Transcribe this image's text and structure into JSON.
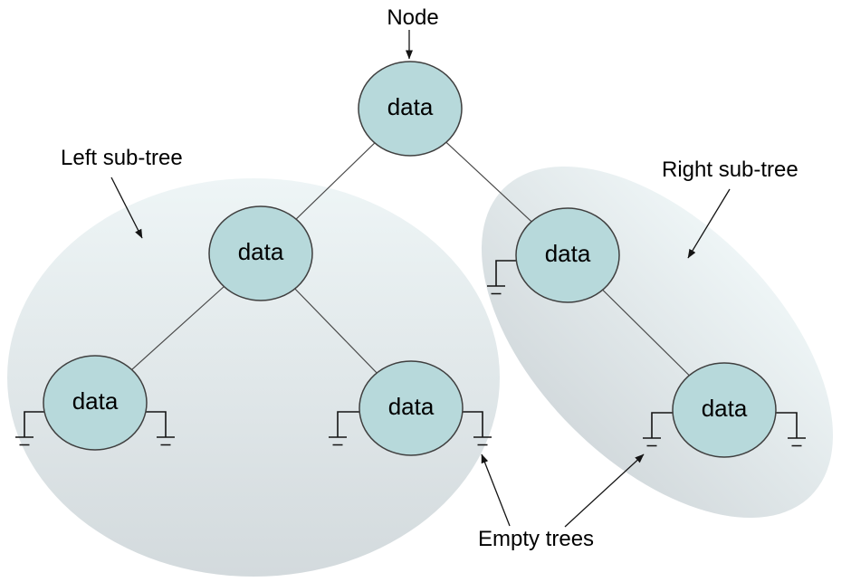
{
  "annotations": {
    "node": "Node",
    "left_subtree": "Left sub-tree",
    "right_subtree": "Right sub-tree",
    "empty_trees": "Empty trees"
  },
  "tree": {
    "nodes": [
      {
        "id": "root",
        "label": "data"
      },
      {
        "id": "left-child",
        "label": "data"
      },
      {
        "id": "right-child",
        "label": "data"
      },
      {
        "id": "left-left-leaf",
        "label": "data"
      },
      {
        "id": "left-right-leaf",
        "label": "data"
      },
      {
        "id": "right-right-leaf",
        "label": "data"
      }
    ],
    "edges": [
      {
        "from": "root",
        "to": "left-child"
      },
      {
        "from": "root",
        "to": "right-child"
      },
      {
        "from": "left-child",
        "to": "left-left-leaf"
      },
      {
        "from": "left-child",
        "to": "left-right-leaf"
      },
      {
        "from": "right-child",
        "to": "right-right-leaf"
      }
    ],
    "empty_tree_markers": [
      {
        "node": "left-left-leaf",
        "side": "left"
      },
      {
        "node": "left-left-leaf",
        "side": "right"
      },
      {
        "node": "right-child",
        "side": "left"
      },
      {
        "node": "left-right-leaf",
        "side": "left"
      },
      {
        "node": "left-right-leaf",
        "side": "right"
      },
      {
        "node": "right-right-leaf",
        "side": "left"
      },
      {
        "node": "right-right-leaf",
        "side": "right"
      }
    ]
  },
  "colors": {
    "node_fill": "#b7d9db",
    "node_stroke": "#3f3f3f",
    "edge_line": "#4a4a4a",
    "annotation_text": "#000000",
    "ellipse_gradient_top": "#eef5f6",
    "ellipse_gradient_bottom": "#d3dadd",
    "background": "#ffffff"
  }
}
